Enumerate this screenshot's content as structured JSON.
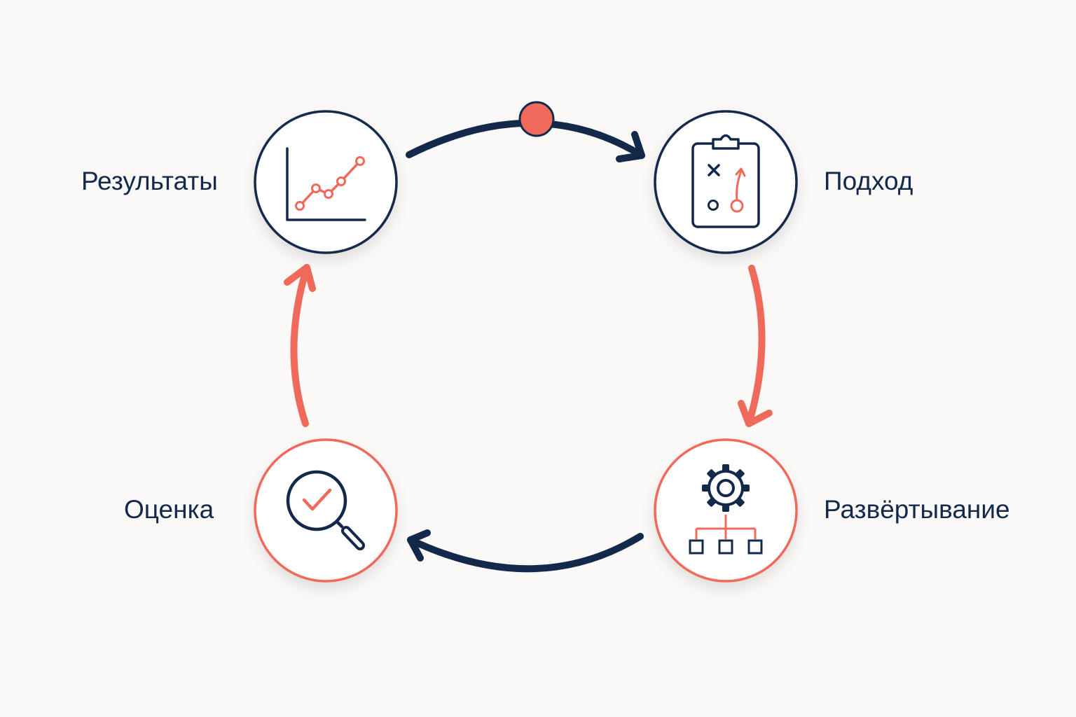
{
  "colors": {
    "navy": "#13294b",
    "coral": "#f06a5c",
    "background": "#faf9f7",
    "node_fill": "#ffffff"
  },
  "stages": [
    {
      "id": "results",
      "label": "Результаты",
      "icon": "line-chart-icon",
      "outline": "navy"
    },
    {
      "id": "approach",
      "label": "Подход",
      "icon": "clipboard-strategy-icon",
      "outline": "navy"
    },
    {
      "id": "deployment",
      "label": "Развёртывание",
      "icon": "gear-hierarchy-icon",
      "outline": "coral"
    },
    {
      "id": "evaluation",
      "label": "Оценка",
      "icon": "magnifier-check-icon",
      "outline": "coral"
    }
  ],
  "cycle_arrows": [
    {
      "from": "results",
      "to": "approach",
      "color": "navy",
      "marker": "dot"
    },
    {
      "from": "approach",
      "to": "deployment",
      "color": "coral"
    },
    {
      "from": "deployment",
      "to": "evaluation",
      "color": "navy"
    },
    {
      "from": "evaluation",
      "to": "results",
      "color": "coral"
    }
  ]
}
